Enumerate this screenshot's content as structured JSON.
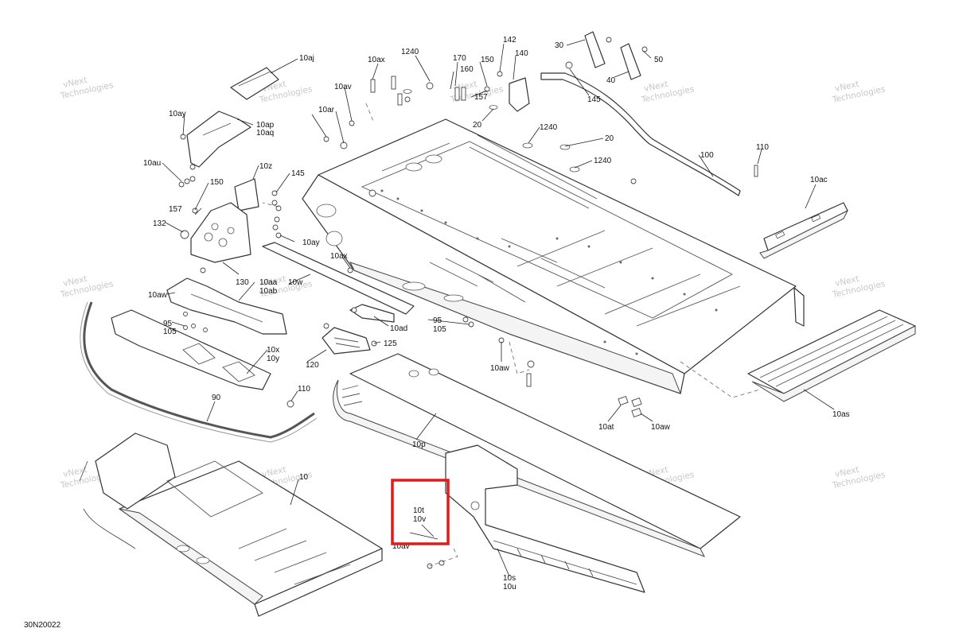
{
  "drawing_number": "30N20022",
  "watermark_text": [
    "vNext",
    "Technologies"
  ],
  "highlight": {
    "color": "#e01b1b",
    "labels": [
      "10t",
      "10v"
    ]
  },
  "callouts": [
    "10aj",
    "10ax",
    "1240",
    "170",
    "160",
    "150",
    "157",
    "142",
    "140",
    "30",
    "50",
    "40",
    "145",
    "10ay",
    "10ap",
    "10aq",
    "10av",
    "10ar",
    "20",
    "1240",
    "20",
    "1240",
    "100",
    "110",
    "10au",
    "10z",
    "145",
    "150",
    "157",
    "132",
    "10ay",
    "10ax",
    "10ac",
    "10aw",
    "95",
    "105",
    "130",
    "10aa",
    "10ab",
    "10w",
    "10ad",
    "95",
    "105",
    "120",
    "125",
    "10x",
    "10y",
    "10aw",
    "110",
    "90",
    "10at",
    "10aw",
    "10as",
    "10p",
    "10",
    "10av",
    "10s",
    "10u"
  ]
}
